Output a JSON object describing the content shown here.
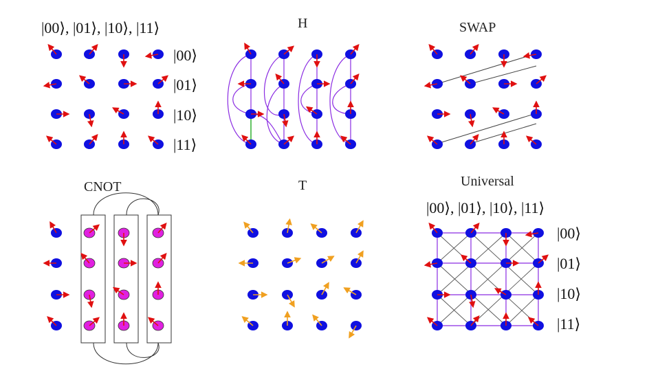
{
  "panels": {
    "basis": {
      "header": "|00⟩, |01⟩, |10⟩, |11⟩",
      "rows": [
        "|00⟩",
        "|01⟩",
        "|10⟩",
        "|11⟩"
      ]
    },
    "h": {
      "title": "H"
    },
    "swap": {
      "title": "SWAP"
    },
    "cnot": {
      "title": "CNOT"
    },
    "t": {
      "title": "T"
    },
    "universal": {
      "title": "Universal",
      "header": "|00⟩, |01⟩, |10⟩, |11⟩",
      "rows": [
        "|00⟩",
        "|01⟩",
        "|10⟩",
        "|11⟩"
      ]
    }
  },
  "colors": {
    "node": "#1010e0",
    "node_highlight": "#e020e0",
    "arrow_red": "#e01010",
    "arrow_orange": "#f0a020",
    "coupling_purple": "#8a2be2",
    "coupling_green": "#22aa22",
    "line_gray": "#444444"
  }
}
